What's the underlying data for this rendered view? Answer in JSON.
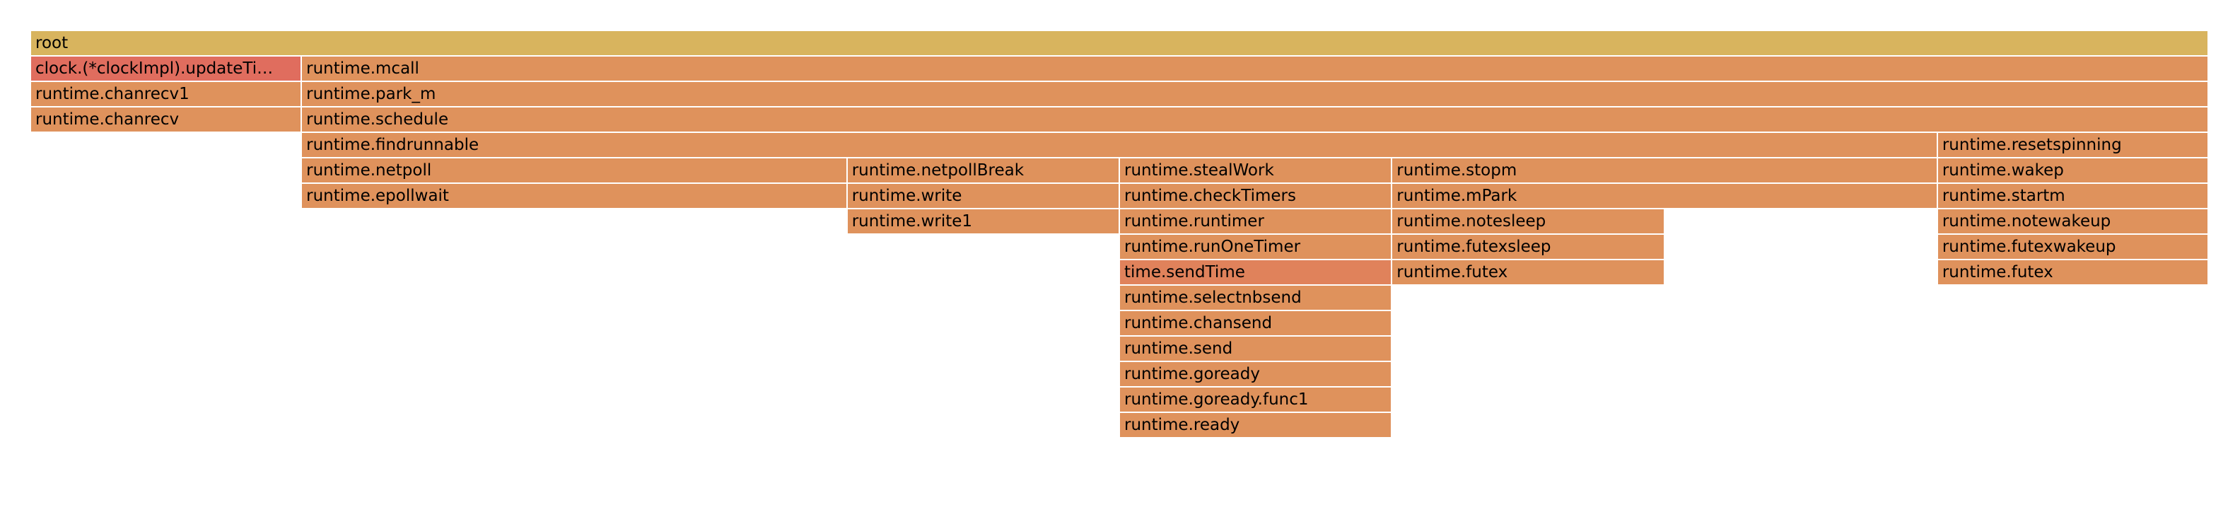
{
  "colors": {
    "root": "#d8b45e",
    "frame": "#df925c",
    "hot": "#e06d5e",
    "warm": "#e0825b"
  },
  "chart_data": {
    "type": "flamegraph",
    "title": "",
    "frames": [
      {
        "label": "root",
        "depth": 0,
        "start": 0.0,
        "end": 1.0,
        "color": "root"
      },
      {
        "label": "clock.(*clockImpl).updateTi…",
        "depth": 1,
        "start": 0.0,
        "end": 0.1244,
        "color": "hot"
      },
      {
        "label": "runtime.chanrecv1",
        "depth": 2,
        "start": 0.0,
        "end": 0.1244,
        "color": "frame"
      },
      {
        "label": "runtime.chanrecv",
        "depth": 3,
        "start": 0.0,
        "end": 0.1244,
        "color": "frame"
      },
      {
        "label": "runtime.mcall",
        "depth": 1,
        "start": 0.1244,
        "end": 1.0,
        "color": "frame"
      },
      {
        "label": "runtime.park_m",
        "depth": 2,
        "start": 0.1244,
        "end": 1.0,
        "color": "frame"
      },
      {
        "label": "runtime.schedule",
        "depth": 3,
        "start": 0.1244,
        "end": 1.0,
        "color": "frame"
      },
      {
        "label": "runtime.findrunnable",
        "depth": 4,
        "start": 0.1244,
        "end": 0.8756,
        "color": "frame"
      },
      {
        "label": "runtime.netpoll",
        "depth": 5,
        "start": 0.1244,
        "end": 0.3749,
        "color": "frame"
      },
      {
        "label": "runtime.epollwait",
        "depth": 6,
        "start": 0.1244,
        "end": 0.3749,
        "color": "frame"
      },
      {
        "label": "runtime.netpollBreak",
        "depth": 5,
        "start": 0.3749,
        "end": 0.5,
        "color": "frame"
      },
      {
        "label": "runtime.write",
        "depth": 6,
        "start": 0.3749,
        "end": 0.5,
        "color": "frame"
      },
      {
        "label": "runtime.write1",
        "depth": 7,
        "start": 0.3749,
        "end": 0.5,
        "color": "frame"
      },
      {
        "label": "runtime.stealWork",
        "depth": 5,
        "start": 0.5,
        "end": 0.6251,
        "color": "frame"
      },
      {
        "label": "runtime.checkTimers",
        "depth": 6,
        "start": 0.5,
        "end": 0.6251,
        "color": "frame"
      },
      {
        "label": "runtime.runtimer",
        "depth": 7,
        "start": 0.5,
        "end": 0.6251,
        "color": "frame"
      },
      {
        "label": "runtime.runOneTimer",
        "depth": 8,
        "start": 0.5,
        "end": 0.6251,
        "color": "frame"
      },
      {
        "label": "time.sendTime",
        "depth": 9,
        "start": 0.5,
        "end": 0.6251,
        "color": "warm"
      },
      {
        "label": "runtime.selectnbsend",
        "depth": 10,
        "start": 0.5,
        "end": 0.6251,
        "color": "frame"
      },
      {
        "label": "runtime.chansend",
        "depth": 11,
        "start": 0.5,
        "end": 0.6251,
        "color": "frame"
      },
      {
        "label": "runtime.send",
        "depth": 12,
        "start": 0.5,
        "end": 0.6251,
        "color": "frame"
      },
      {
        "label": "runtime.goready",
        "depth": 13,
        "start": 0.5,
        "end": 0.6251,
        "color": "frame"
      },
      {
        "label": "runtime.goready.func1",
        "depth": 14,
        "start": 0.5,
        "end": 0.6251,
        "color": "frame"
      },
      {
        "label": "runtime.ready",
        "depth": 15,
        "start": 0.5,
        "end": 0.6251,
        "color": "frame"
      },
      {
        "label": "runtime.stopm",
        "depth": 5,
        "start": 0.6251,
        "end": 0.8756,
        "color": "frame"
      },
      {
        "label": "runtime.mPark",
        "depth": 6,
        "start": 0.6251,
        "end": 0.8756,
        "color": "frame"
      },
      {
        "label": "runtime.notesleep",
        "depth": 7,
        "start": 0.6251,
        "end": 0.7502,
        "color": "frame"
      },
      {
        "label": "runtime.futexsleep",
        "depth": 8,
        "start": 0.6251,
        "end": 0.7502,
        "color": "frame"
      },
      {
        "label": "runtime.futex",
        "depth": 9,
        "start": 0.6251,
        "end": 0.7502,
        "color": "frame"
      },
      {
        "label": "runtime.resetspinning",
        "depth": 4,
        "start": 0.8756,
        "end": 1.0,
        "color": "frame"
      },
      {
        "label": "runtime.wakep",
        "depth": 5,
        "start": 0.8756,
        "end": 1.0,
        "color": "frame"
      },
      {
        "label": "runtime.startm",
        "depth": 6,
        "start": 0.8756,
        "end": 1.0,
        "color": "frame"
      },
      {
        "label": "runtime.notewakeup",
        "depth": 7,
        "start": 0.8756,
        "end": 1.0,
        "color": "frame"
      },
      {
        "label": "runtime.futexwakeup",
        "depth": 8,
        "start": 0.8756,
        "end": 1.0,
        "color": "frame"
      },
      {
        "label": "runtime.futex",
        "depth": 9,
        "start": 0.8756,
        "end": 1.0,
        "color": "frame"
      }
    ]
  }
}
